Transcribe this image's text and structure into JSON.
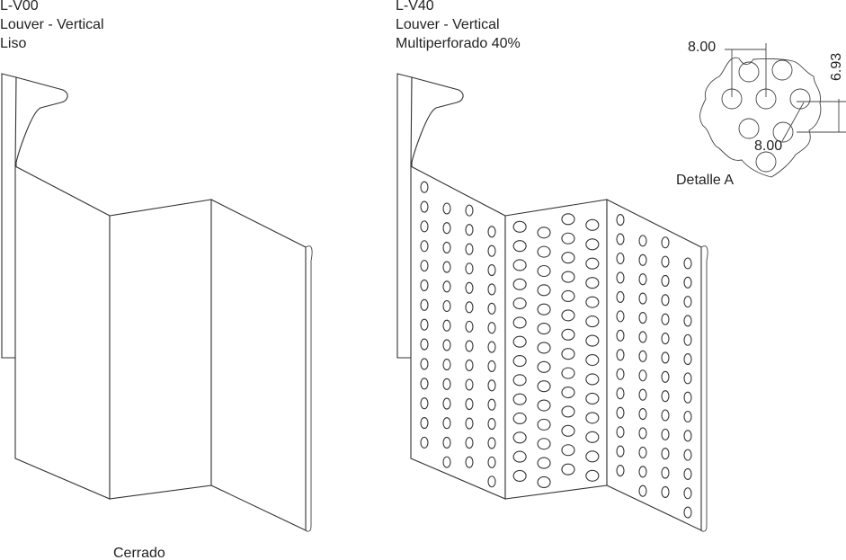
{
  "left_item": {
    "code": "L-V00",
    "name": "Louver - Vertical",
    "finish": "Liso",
    "caption": "Cerrado"
  },
  "right_item": {
    "code": "L-V40",
    "name": "Louver - Vertical",
    "finish": "Multiperforado 40%"
  },
  "detail": {
    "title": "Detalle A",
    "dim_horizontal": "8.00",
    "dim_vertical": "6.93",
    "dim_diagonal": "8.00"
  }
}
